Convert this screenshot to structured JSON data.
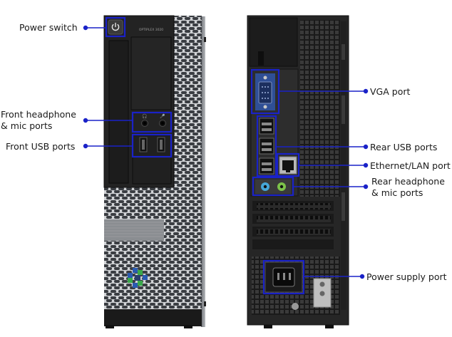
{
  "front_labels": {
    "power_switch": "Power switch",
    "front_audio_line1": "Front headphone",
    "front_audio_line2": "& mic ports",
    "front_usb": "Front USB ports"
  },
  "rear_labels": {
    "vga": "VGA port",
    "rear_usb": "Rear USB ports",
    "ethernet": "Ethernet/LAN port",
    "rear_audio_line1": "Rear headphone",
    "rear_audio_line2": "& mic ports",
    "power_supply": "Power supply port"
  },
  "front_model_text": "OPTIPLEX 3020",
  "colors": {
    "highlight": "#1a22c8",
    "case_dark": "#1e1e1e",
    "mesh_silver": "#c9cbce",
    "rear_body": "#262626",
    "vga_blue": "#2f4f96",
    "logo_blue": "#2a5bb0",
    "logo_green": "#39a84a"
  }
}
